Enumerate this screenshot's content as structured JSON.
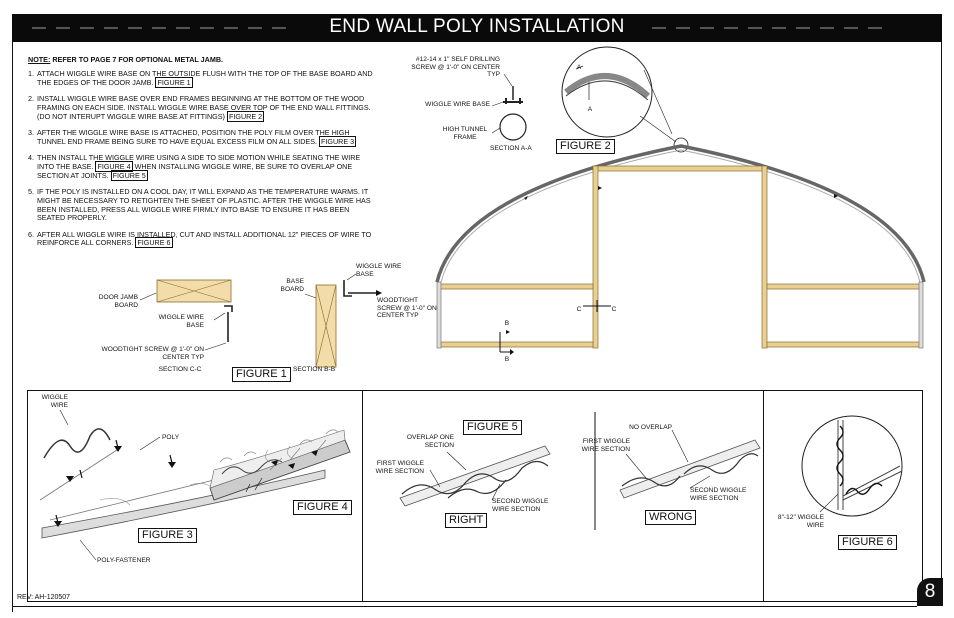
{
  "header": {
    "title": "END WALL POLY INSTALLATION"
  },
  "note": {
    "label": "NOTE:",
    "text": " REFER TO PAGE 7 FOR OPTIONAL METAL JAMB."
  },
  "steps": [
    {
      "num": "1.",
      "text": "ATTACH WIGGLE WIRE BASE ON THE OUTSIDE FLUSH WITH THE TOP OF THE BASE BOARD AND THE EDGES OF THE DOOR JAMB.",
      "ref": "FIGURE 1"
    },
    {
      "num": "2.",
      "text": "INSTALL WIGGLE WIRE BASE OVER END FRAMES BEGINNING AT THE BOTTOM OF THE WOOD FRAMING ON EACH SIDE.  INSTALL WIGGLE WIRE BASE OVER TOP OF THE END WALL FITTINGS.  (DO NOT INTERUPT WIGGLE WIRE BASE AT FITTINGS)",
      "ref": "FIGURE 2"
    },
    {
      "num": "3.",
      "text": "AFTER THE WIGGLE WIRE BASE IS ATTACHED, POSITION THE POLY FILM OVER THE HIGH TUNNEL END FRAME BEING SURE TO HAVE EQUAL EXCESS FILM ON ALL SIDES.",
      "ref": "FIGURE 3"
    },
    {
      "num": "4.",
      "text": "THEN INSTALL THE WIGGLE WIRE USING A SIDE TO SIDE MOTION WHILE SEATING THE WIRE INTO THE BASE.",
      "ref": "FIGURE 4",
      "text2": " WHEN INSTALLING WIGGLE WIRE, BE SURE TO OVERLAP ONE SECTION AT JOINTS.",
      "ref2": "FIGURE 5"
    },
    {
      "num": "5.",
      "text": "IF THE POLY IS INSTALLED ON A COOL DAY, IT WILL EXPAND AS THE TEMPERATURE WARMS.  IT MIGHT BE NECESSARY TO RETIGHTEN THE SHEET OF PLASTIC.  AFTER THE WIGGLE WIRE HAS BEEN INSTALLED, PRESS ALL WIGGLE WIRE FIRMLY INTO BASE TO ENSURE IT HAS BEEN SEATED PROPERLY."
    },
    {
      "num": "6.",
      "text": "AFTER ALL WIGGLE WIRE IS INSTALLED, CUT AND INSTALL ADDITIONAL 12\" PIECES OF WIRE TO REINFORCE ALL CORNERS.",
      "ref": "FIGURE 6"
    }
  ],
  "section_a": {
    "screw": "#12-14 x 1\" SELF DRILLING SCREW @ 1'-0\" ON CENTER TYP",
    "base": "WIGGLE WIRE BASE",
    "frame": "HIGH TUNNEL FRAME",
    "caption": "SECTION A-A"
  },
  "fig2": {
    "label": "FIGURE 2",
    "a": "A",
    "b": "B",
    "c": "C"
  },
  "fig1": {
    "label": "FIGURE 1",
    "door_jamb": "DOOR JAMB BOARD",
    "base_c": "WIGGLE WIRE BASE",
    "screw_c": "WOODTIGHT SCREW @ 1'-0\" ON CENTER TYP",
    "caption_c": "SECTION C-C",
    "base_board": "BASE BOARD",
    "base_b": "WIGGLE WIRE BASE",
    "screw_b": "WOODTIGHT SCREW @ 1'-0\" ON CENTER TYP",
    "caption_b": "SECTION B-B"
  },
  "fig3": {
    "label": "FIGURE 3",
    "wire": "WIGGLE WIRE",
    "poly": "POLY",
    "fastener": "POLY-FASTENER"
  },
  "fig4": {
    "label": "FIGURE 4"
  },
  "fig5": {
    "label": "FIGURE 5",
    "overlap": "OVERLAP ONE SECTION",
    "first": "FIRST WIGGLE WIRE SECTION",
    "second": "SECOND WIGGLE WIRE SECTION",
    "right": "RIGHT",
    "no_overlap": "NO OVERLAP",
    "first_w": "FIRST WIGGLE WIRE SECTION",
    "second_w": "SECOND WIGGLE WIRE SECTION",
    "wrong": "WRONG"
  },
  "fig6": {
    "label": "FIGURE 6",
    "wire": "8\"-12\" WIGGLE WIRE"
  },
  "footer": {
    "rev": "REV: AH-120507",
    "page": "8"
  }
}
